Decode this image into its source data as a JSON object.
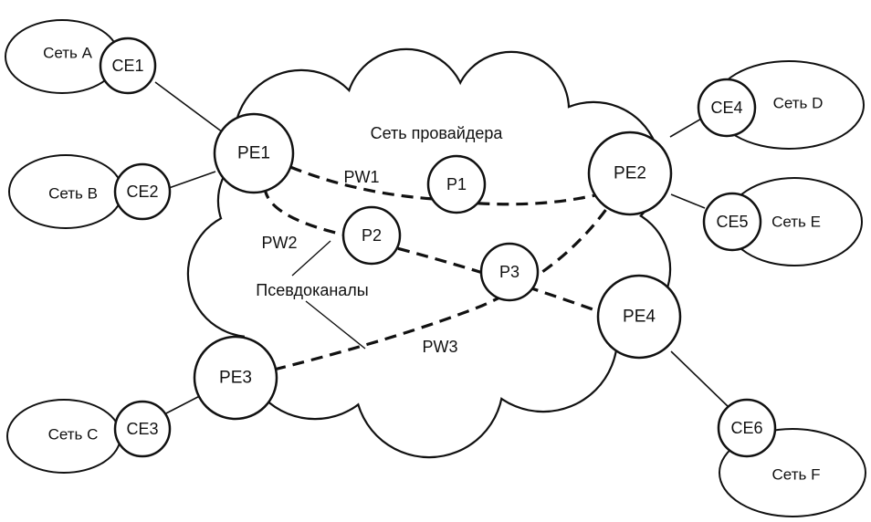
{
  "provider_network_label": "Сеть провайдера",
  "pseudowires_label": "Псевдоканалы",
  "customer_networks": {
    "a": "Сеть A",
    "b": "Сеть B",
    "c": "Сеть C",
    "d": "Сеть D",
    "e": "Сеть E",
    "f": "Сеть F"
  },
  "ce_devices": {
    "ce1": "CE1",
    "ce2": "CE2",
    "ce3": "CE3",
    "ce4": "CE4",
    "ce5": "CE5",
    "ce6": "CE6"
  },
  "pe_devices": {
    "pe1": "PE1",
    "pe2": "PE2",
    "pe3": "PE3",
    "pe4": "PE4"
  },
  "p_devices": {
    "p1": "P1",
    "p2": "P2",
    "p3": "P3"
  },
  "pseudowires": {
    "pw1": "PW1",
    "pw2": "PW2",
    "pw3": "PW3"
  }
}
